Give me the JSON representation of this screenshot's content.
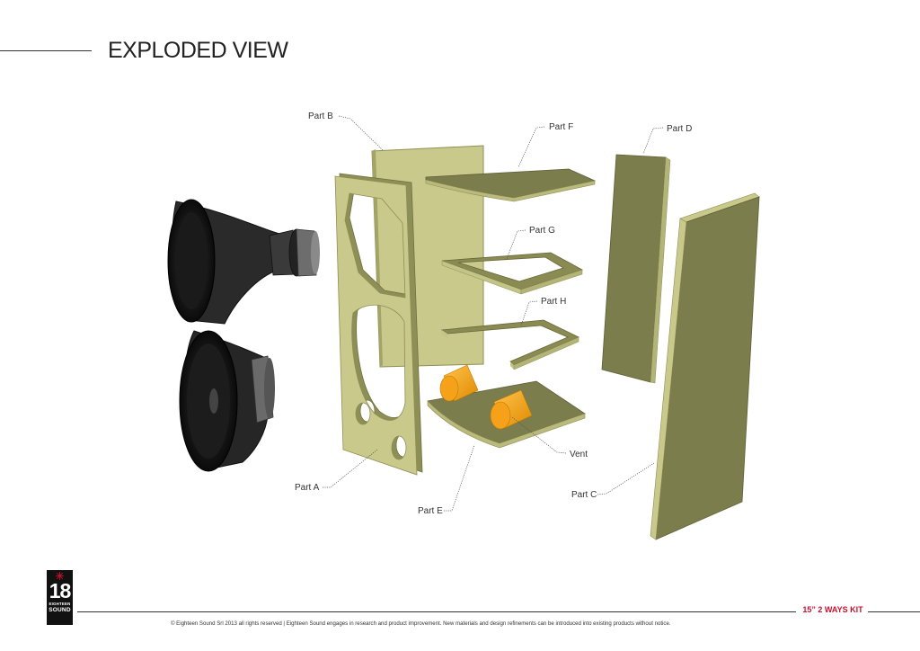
{
  "header": {
    "title": "EXPLODED VIEW"
  },
  "diagram": {
    "labels": {
      "part_a": "Part A",
      "part_b": "Part B",
      "part_c": "Part C",
      "part_d": "Part D",
      "part_e": "Part E",
      "part_f": "Part F",
      "part_g": "Part G",
      "part_h": "Part H",
      "vent": "Vent"
    },
    "colors": {
      "panel": "#c8c98a",
      "panel_edge": "#8f8f55",
      "panel_dark": "#7c7d4c",
      "vent": "#f6a81d",
      "driver": "#1b1b1b"
    }
  },
  "footer": {
    "kit_title": "15” 2 WAYS KIT",
    "copyright": "© Eighteen Sound Srl 2013 all rights reserved | Eighteen Sound engages in research and product improvement. New materials and design refinements can be introduced into existing products without notice.",
    "brand_colors": {
      "accent": "#c8102e"
    }
  },
  "logo": {
    "number": "18",
    "word_top": "EIGHTEEN",
    "word_bottom": "SOUND"
  }
}
